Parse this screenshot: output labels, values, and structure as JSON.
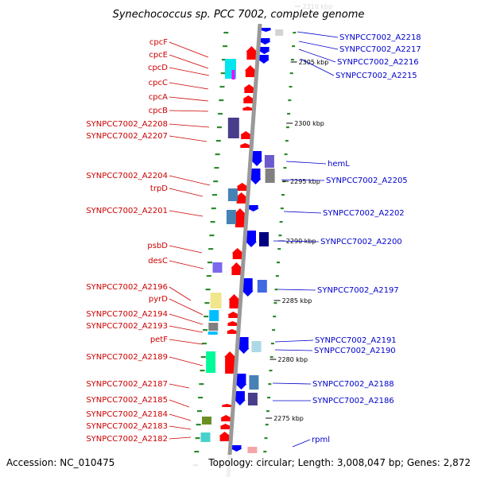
{
  "title": "Synechococcus sp. PCC 7002, complete genome",
  "footer": {
    "accession": "Accession: NC_010475",
    "summary": "Topology: circular; Length: 3,008,047 bp; Genes: 2,872"
  },
  "colors": {
    "forward": "#ff0000",
    "reverse": "#0000ff",
    "backbone": "#999999",
    "tick": "#2e8b2e"
  },
  "scale_ticks": [
    "2310 kbp",
    "2305 kbp",
    "2300 kbp",
    "2295 kbp",
    "2290 kbp",
    "2285 kbp",
    "2280 kbp",
    "2275 kbp"
  ],
  "left_labels": [
    "cpcF",
    "cpcE",
    "cpcD",
    "cpcC",
    "cpcA",
    "cpcB",
    "SYNPCC7002_A2208",
    "SYNPCC7002_A2207",
    "SYNPCC7002_A2204",
    "trpD",
    "SYNPCC7002_A2201",
    "psbD",
    "desC",
    "SYNPCC7002_A2196",
    "pyrD",
    "SYNPCC7002_A2194",
    "SYNPCC7002_A2193",
    "petF",
    "SYNPCC7002_A2189",
    "SYNPCC7002_A2187",
    "SYNPCC7002_A2185",
    "SYNPCC7002_A2184",
    "SYNPCC7002_A2183",
    "SYNPCC7002_A2182"
  ],
  "right_labels": [
    "SYNPCC7002_A2218",
    "SYNPCC7002_A2217",
    "SYNPCC7002_A2216",
    "SYNPCC7002_A2215",
    "hemL",
    "SYNPCC7002_A2205",
    "SYNPCC7002_A2202",
    "SYNPCC7002_A2200",
    "SYNPCC7002_A2197",
    "SYNPCC7002_A2191",
    "SYNPCC7002_A2190",
    "SYNPCC7002_A2188",
    "SYNPCC7002_A2186",
    "rpml"
  ]
}
